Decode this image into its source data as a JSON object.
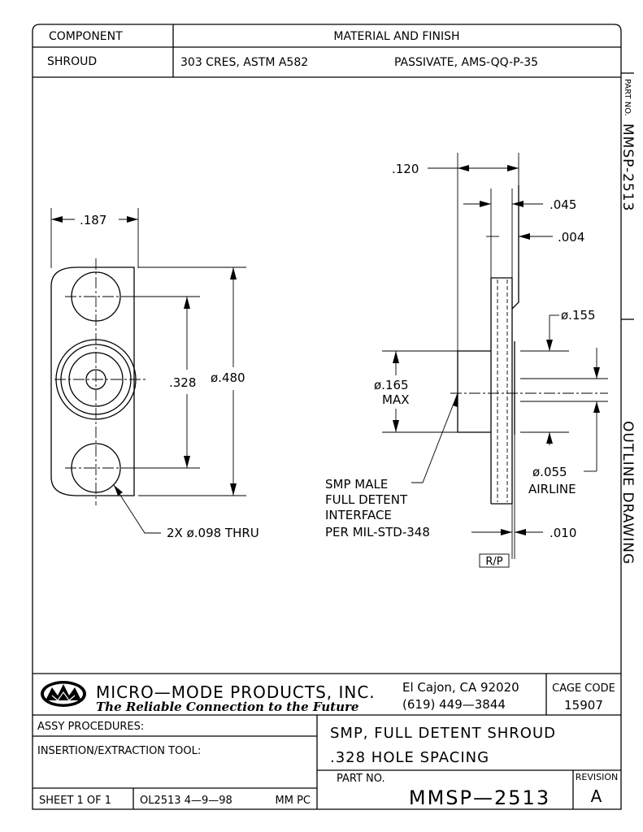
{
  "header": {
    "component_label": "COMPONENT",
    "material_label": "MATERIAL AND FINISH",
    "component_value": "SHROUD",
    "material_value": "303 CRES, ASTM A582",
    "finish_value": "PASSIVATE, AMS-QQ-P-35"
  },
  "side_margin": {
    "part_no_label": "PART NO.",
    "part_no_value": "MMSP-2513",
    "drawing_type": "OUTLINE DRAWING"
  },
  "front_view": {
    "dim_width": ".187",
    "dim_spacing": ".328",
    "dim_diameter": "ø.480",
    "hole_callout": "2X ø.098 THRU"
  },
  "side_view": {
    "dim_overall": ".120",
    "dim_flange": ".045",
    "dim_step": ".004",
    "dim_outer_dia": "ø.155",
    "dim_body_dia": "ø.165",
    "dim_body_dia_note": "MAX",
    "dim_inner_dia": "ø.055",
    "dim_inner_note": "AIRLINE",
    "dim_offset": ".010",
    "ref_box": "R/P",
    "interface_note": [
      "SMP MALE",
      "FULL DETENT",
      "INTERFACE",
      "PER MIL-STD-348"
    ]
  },
  "title_block": {
    "company": "MICRO—MODE PRODUCTS, INC.",
    "tagline": "The Reliable Connection to the Future",
    "city": "El Cajon, CA  92020",
    "phone": "(619)  449—3844",
    "cage_label": "CAGE CODE",
    "cage_value": "15907",
    "assy_label": "ASSY PROCEDURES:",
    "tool_label": "INSERTION/EXTRACTION TOOL:",
    "title_line1": "SMP,  FULL  DETENT  SHROUD",
    "title_line2": ".328  HOLE  SPACING",
    "part_no_label": "PART NO.",
    "part_no_value": "MMSP—2513",
    "revision_label": "REVISION",
    "revision_value": "A",
    "sheet": "SHEET  1  OF  1",
    "drawing_ref": "OL2513  4—9—98",
    "initials": "MM  PC"
  }
}
